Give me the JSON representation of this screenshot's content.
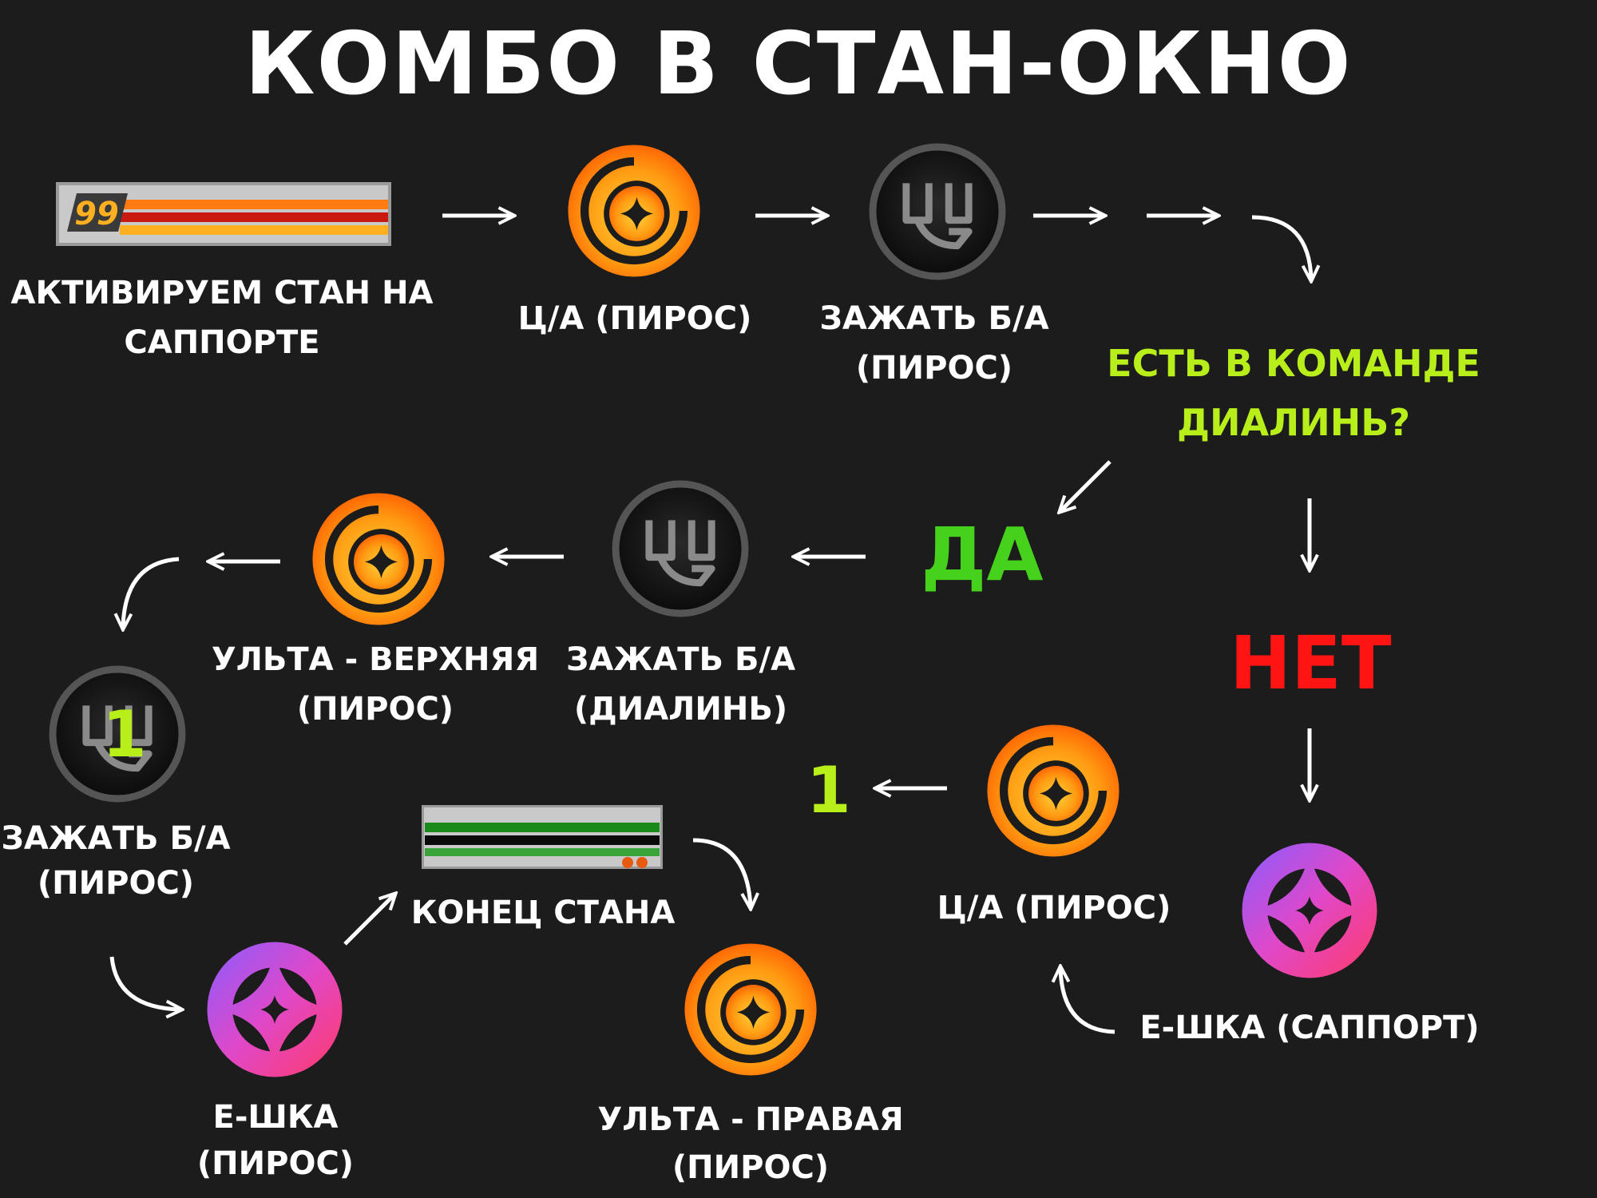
{
  "title": "КОМБО В СТАН-ОКНО",
  "colors": {
    "yes": "#46d21c",
    "question": "#b8ee1a",
    "no": "#ff1414",
    "background": "#1c1c1c"
  },
  "icons": {
    "pyro_atk": "fire-swirl-icon",
    "grip": "fist-icon",
    "support_e": "star-emblem-icon"
  },
  "steps": {
    "activate_stun": "АКТИВИРУЕМ СТАН НА САППОРТЕ",
    "stun_counter": "99",
    "charged_attack_pyro_1": "Ц/А (ПИРОС)",
    "hold_basic_pyro_1": "ЗАЖАТЬ Б/А (ПИРОС)",
    "question": "ЕСТЬ В КОМАНДЕ ДИАЛИНЬ?",
    "yes": "ДА",
    "no": "НЕТ",
    "hold_basic_dialin": "ЗАЖАТЬ Б/А (ДИАЛИНЬ)",
    "ult_top_pyro": "УЛЬТА - ВЕРХНЯЯ (ПИРОС)",
    "hold_basic_pyro_2": "ЗАЖАТЬ Б/А (ПИРОС)",
    "badge_one_left": "1",
    "badge_one_right": "1",
    "e_pyro": "Е-ШКА (ПИРОС)",
    "stun_end": "КОНЕЦ СТАНА",
    "ult_right_pyro": "УЛЬТА - ПРАВАЯ (ПИРОС)",
    "e_support": "Е-ШКА (САППОРТ)",
    "charged_attack_pyro_2": "Ц/А (ПИРОС)"
  }
}
